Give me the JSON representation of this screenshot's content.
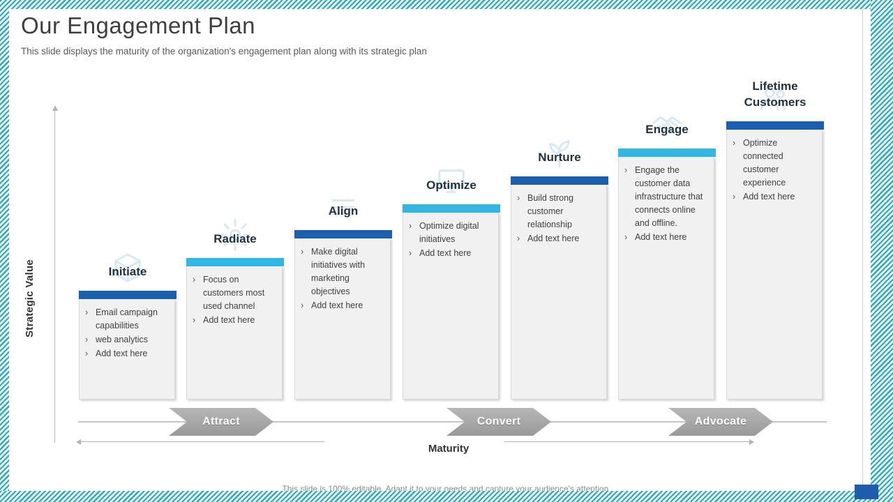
{
  "slide": {
    "title": "Our Engagement Plan",
    "subtitle": "This slide displays the maturity of the organization's engagement plan along with its strategic plan",
    "footer_note": "This slide is 100% editable. Adapt it to your needs and capture your audience's attention."
  },
  "axes": {
    "y_axis_label": "Strategic Value",
    "x_axis_label": "Maturity"
  },
  "bullet_marker": "›",
  "stages": [
    {
      "name": "Initiate",
      "icon": "box-icon",
      "bar_color": "#1a5fb0",
      "bullets": [
        "Email campaign capabilities",
        "web analytics",
        "Add text here"
      ]
    },
    {
      "name": "Radiate",
      "icon": "sun-rays-icon",
      "bar_color": "#31b6e6",
      "bullets": [
        "Focus on customers most used channel",
        "Add text here"
      ]
    },
    {
      "name": "Align",
      "icon": "align-lines-icon",
      "bar_color": "#1a5fb0",
      "bullets": [
        "Make digital initiatives with marketing objectives",
        "Add text here"
      ]
    },
    {
      "name": "Optimize",
      "icon": "monitor-icon",
      "bar_color": "#31b6e6",
      "bullets": [
        "Optimize digital initiatives",
        "Add text here"
      ]
    },
    {
      "name": "Nurture",
      "icon": "plant-icon",
      "bar_color": "#1a5fb0",
      "bullets": [
        "Build strong customer relationship",
        "Add text here"
      ]
    },
    {
      "name": "Engage",
      "icon": "handshake-icon",
      "bar_color": "#31b6e6",
      "bullets": [
        "Engage the customer data infrastructure that connects online and offline.",
        "Add text here"
      ]
    },
    {
      "name": "Lifetime Customers",
      "icon": "people-icon",
      "bar_color": "#1a5fb0",
      "bullets": [
        "Optimize connected customer experience",
        "Add text here"
      ]
    }
  ],
  "flow_arrows": [
    {
      "label": "Attract"
    },
    {
      "label": "Convert"
    },
    {
      "label": "Advocate"
    }
  ],
  "colors": {
    "dark_blue_bar": "#1a5fb0",
    "cyan_bar": "#31b6e6",
    "border_stripe_teal": "#2fa9b8",
    "chevron_gray": "#a6a6a6",
    "accent_square_blue": "#1f5cad"
  }
}
